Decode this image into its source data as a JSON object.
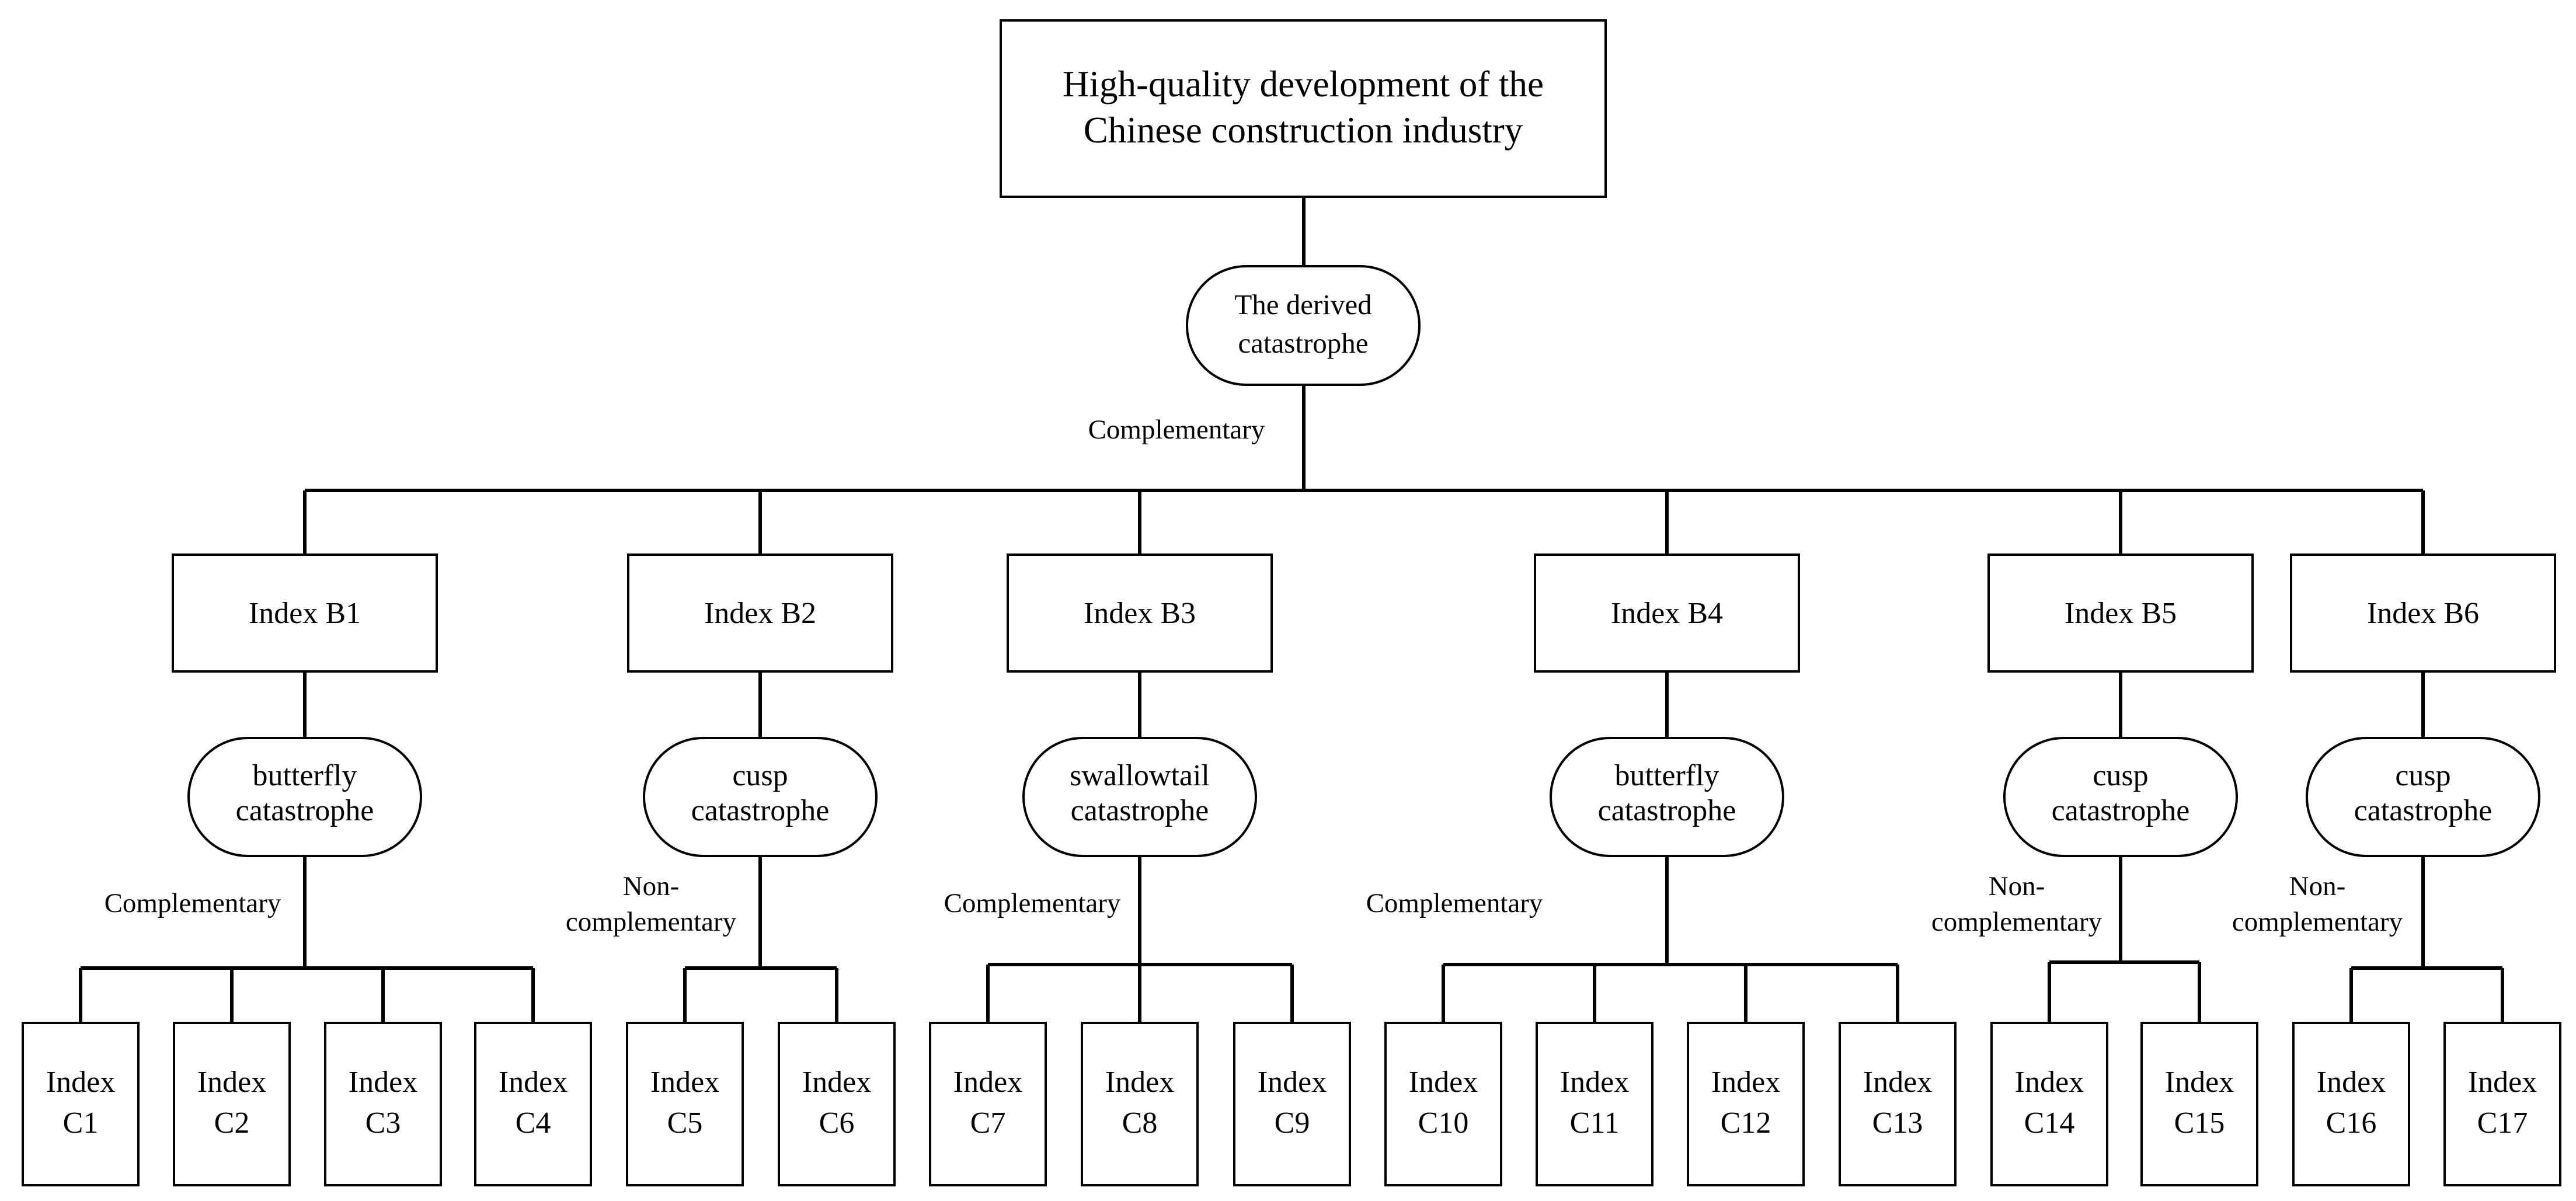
{
  "root": {
    "line1": "High-quality development of the",
    "line2": "Chinese construction industry"
  },
  "derived": {
    "line1": "The derived",
    "line2": "catastrophe",
    "relation": "Complementary"
  },
  "b_nodes": [
    {
      "label": "Index B1",
      "cat1": "butterfly",
      "cat2": "catastrophe",
      "rel1": "Complementary",
      "rel2": ""
    },
    {
      "label": "Index B2",
      "cat1": "cusp",
      "cat2": "catastrophe",
      "rel1": "Non-",
      "rel2": "complementary"
    },
    {
      "label": "Index B3",
      "cat1": "swallowtail",
      "cat2": "catastrophe",
      "rel1": "Complementary",
      "rel2": ""
    },
    {
      "label": "Index B4",
      "cat1": "butterfly",
      "cat2": "catastrophe",
      "rel1": "Complementary",
      "rel2": ""
    },
    {
      "label": "Index B5",
      "cat1": "cusp",
      "cat2": "catastrophe",
      "rel1": "Non-",
      "rel2": "complementary"
    },
    {
      "label": "Index B6",
      "cat1": "cusp",
      "cat2": "catastrophe",
      "rel1": "Non-",
      "rel2": "complementary"
    }
  ],
  "c_nodes": [
    {
      "line1": "Index",
      "line2": "C1"
    },
    {
      "line1": "Index",
      "line2": "C2"
    },
    {
      "line1": "Index",
      "line2": "C3"
    },
    {
      "line1": "Index",
      "line2": "C4"
    },
    {
      "line1": "Index",
      "line2": "C5"
    },
    {
      "line1": "Index",
      "line2": "C6"
    },
    {
      "line1": "Index",
      "line2": "C7"
    },
    {
      "line1": "Index",
      "line2": "C8"
    },
    {
      "line1": "Index",
      "line2": "C9"
    },
    {
      "line1": "Index",
      "line2": "C10"
    },
    {
      "line1": "Index",
      "line2": "C11"
    },
    {
      "line1": "Index",
      "line2": "C12"
    },
    {
      "line1": "Index",
      "line2": "C13"
    },
    {
      "line1": "Index",
      "line2": "C14"
    },
    {
      "line1": "Index",
      "line2": "C15"
    },
    {
      "line1": "Index",
      "line2": "C16"
    },
    {
      "line1": "Index",
      "line2": "C17"
    }
  ]
}
